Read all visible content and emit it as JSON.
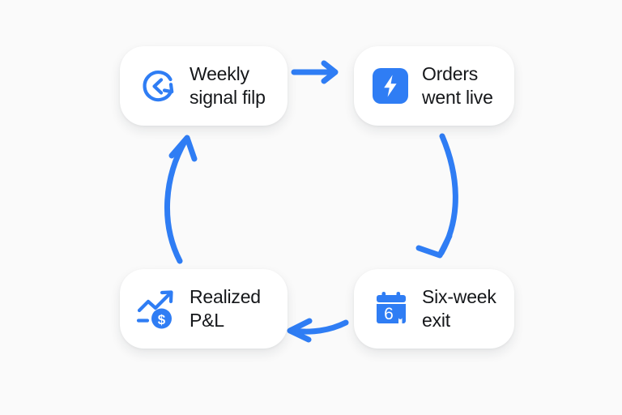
{
  "diagram": {
    "type": "cycle-flow",
    "background_color": "#FAFAFA",
    "accent_color": "#2F7DF4",
    "text_color": "#15171A",
    "card_color": "#FFFFFF",
    "nodes": [
      {
        "id": "weekly-signal-flip",
        "label": "Weekly\nsignal filp",
        "icon": "refresh-back-icon",
        "position": "top-left"
      },
      {
        "id": "orders-went-live",
        "label": "Orders\nwent live",
        "icon": "lightning-bolt-icon",
        "position": "top-right"
      },
      {
        "id": "six-week-exit",
        "label": "Six-week\nexit",
        "icon": "calendar-six-icon",
        "position": "bottom-right"
      },
      {
        "id": "realized-pl",
        "label": "Realized\nP&L",
        "icon": "trend-up-dollar-icon",
        "position": "bottom-left"
      }
    ],
    "connectors": [
      {
        "id": "arrow-top",
        "from": "weekly-signal-flip",
        "to": "orders-went-live",
        "direction": "right",
        "shape": "straight"
      },
      {
        "id": "arrow-right",
        "from": "orders-went-live",
        "to": "six-week-exit",
        "direction": "down",
        "shape": "curved"
      },
      {
        "id": "arrow-bottom",
        "from": "six-week-exit",
        "to": "realized-pl",
        "direction": "left",
        "shape": "curved"
      },
      {
        "id": "arrow-left",
        "from": "realized-pl",
        "to": "weekly-signal-flip",
        "direction": "up",
        "shape": "curved"
      }
    ],
    "icon_badge_digit": "6"
  }
}
